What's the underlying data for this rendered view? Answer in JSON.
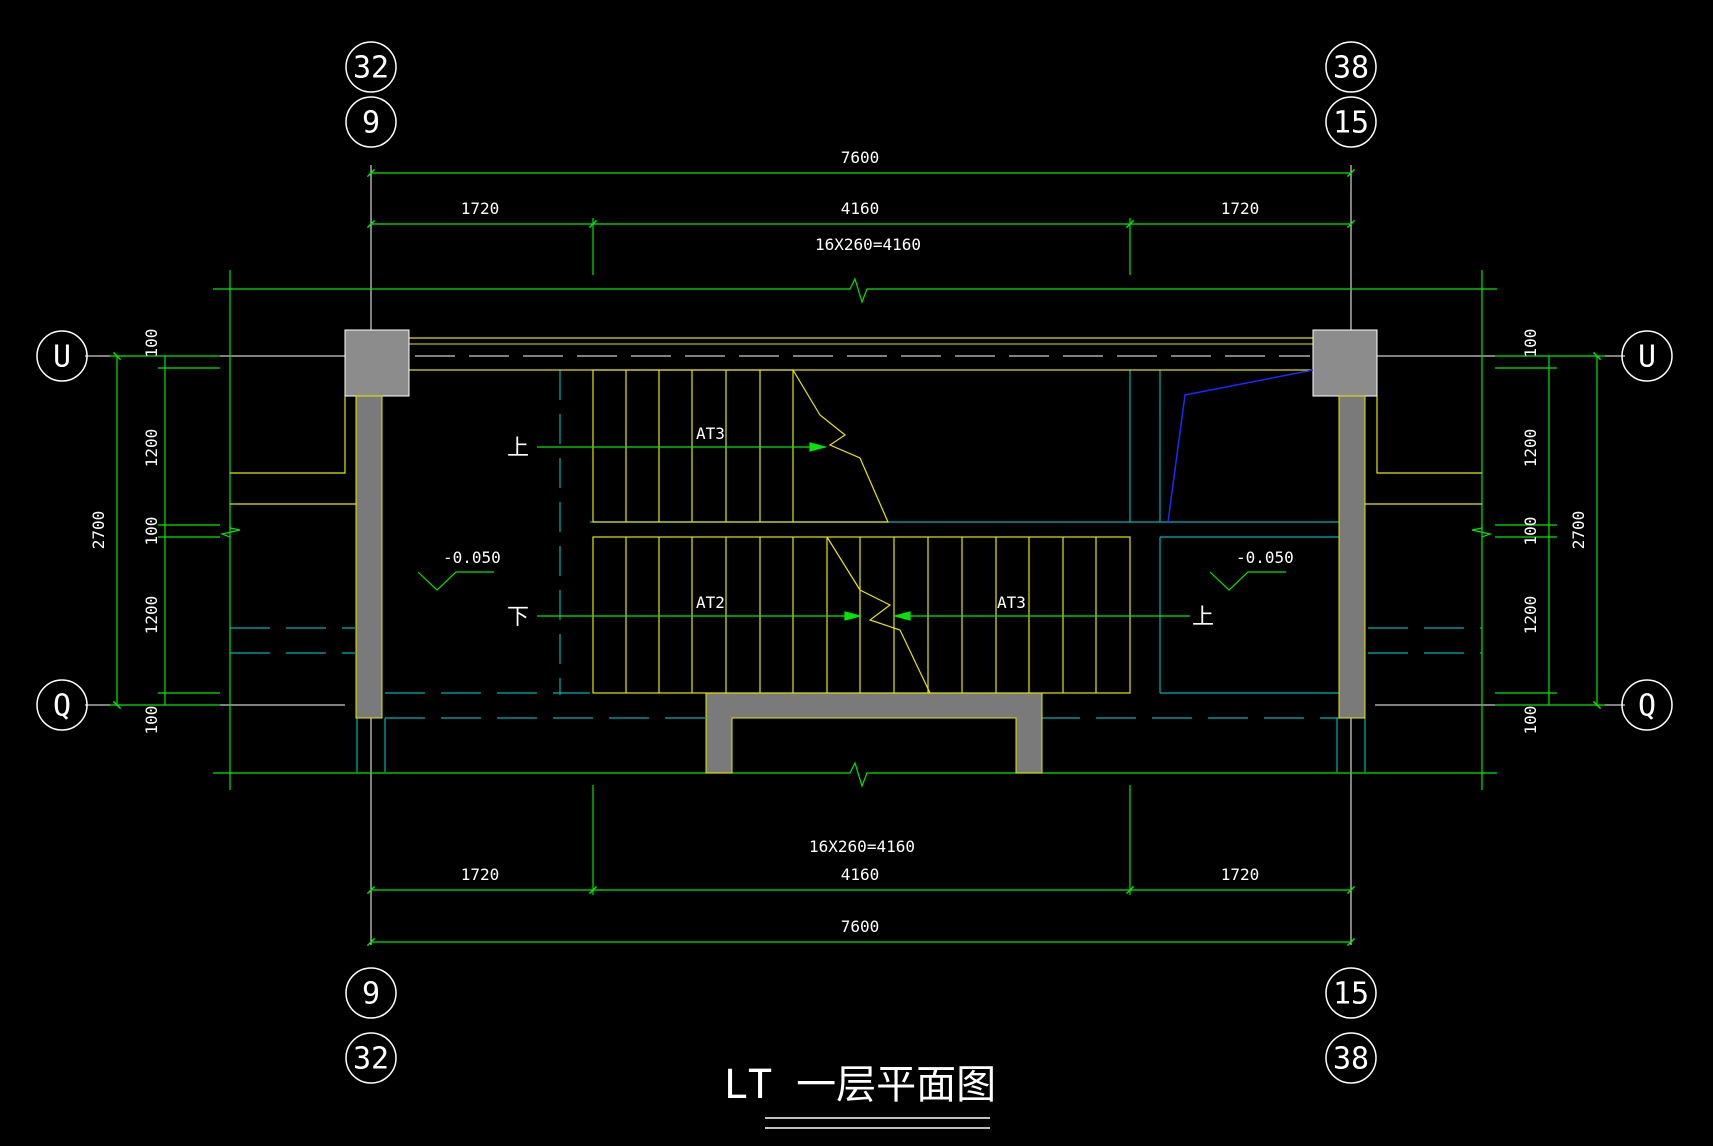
{
  "title": "LT 一层平面图",
  "grid_axes": {
    "top_left": [
      "32",
      "9"
    ],
    "top_right": [
      "38",
      "15"
    ],
    "bottom_left": [
      "9",
      "32"
    ],
    "bottom_right": [
      "15",
      "38"
    ],
    "left_top": "U",
    "left_bottom": "Q",
    "right_top": "U",
    "right_bottom": "Q"
  },
  "dimensions": {
    "top_overall": "7600",
    "top_left_seg": "1720",
    "top_mid_seg": "4160",
    "top_right_seg": "1720",
    "top_steps": "16X260=4160",
    "bottom_steps": "16X260=4160",
    "bottom_left_seg": "1720",
    "bottom_mid_seg": "4160",
    "bottom_right_seg": "1720",
    "bottom_overall": "7600",
    "side_overall": "2700",
    "side_segments": [
      "100",
      "1200",
      "100",
      "1200",
      "100"
    ]
  },
  "labels": {
    "flight_upper": "AT3",
    "flight_lower_left": "AT2",
    "flight_lower_right": "AT3",
    "up_left": "上",
    "down_left": "下",
    "up_right": "上",
    "elev_left": "-0.050",
    "elev_right": "-0.050"
  },
  "colors": {
    "dimension": "#00e600",
    "stair": "#e6e600",
    "hidden": "#00b0b0",
    "wall": "#7a7a7a",
    "column": "#8c8c8c",
    "axis": "#ffffff",
    "accent": "#1a2aff"
  }
}
